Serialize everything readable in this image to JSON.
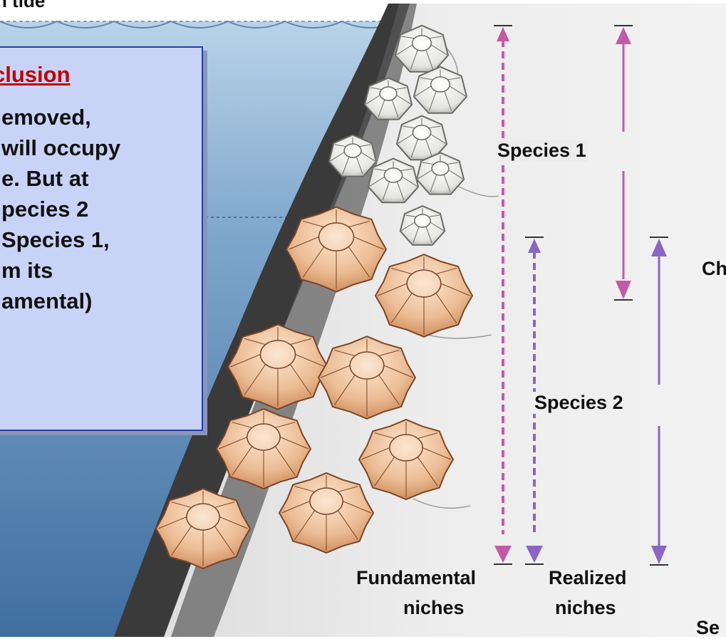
{
  "header": {
    "partial_label": "h tide"
  },
  "conclusion": {
    "title": "clusion",
    "lines": [
      "emoved,",
      "will occupy",
      "e. But at",
      "pecies 2",
      "Species 1,",
      "m its",
      "amental)"
    ]
  },
  "labels": {
    "species1": "Species 1",
    "species2": "Species 2",
    "fundamental": "Fundamental",
    "fundamental_sub": "niches",
    "realized": "Realized",
    "realized_sub": "niches",
    "right_partial_1": "Ch",
    "right_partial_2": "Se"
  },
  "colors": {
    "water": "#4e7fae",
    "species1_arrow": "#c25ba6",
    "species2_arrow": "#8a66c4",
    "rock": "#3a3a3a",
    "barnacle_species1": "#e8e8e4",
    "barnacle_species2": "#e6ad83"
  }
}
